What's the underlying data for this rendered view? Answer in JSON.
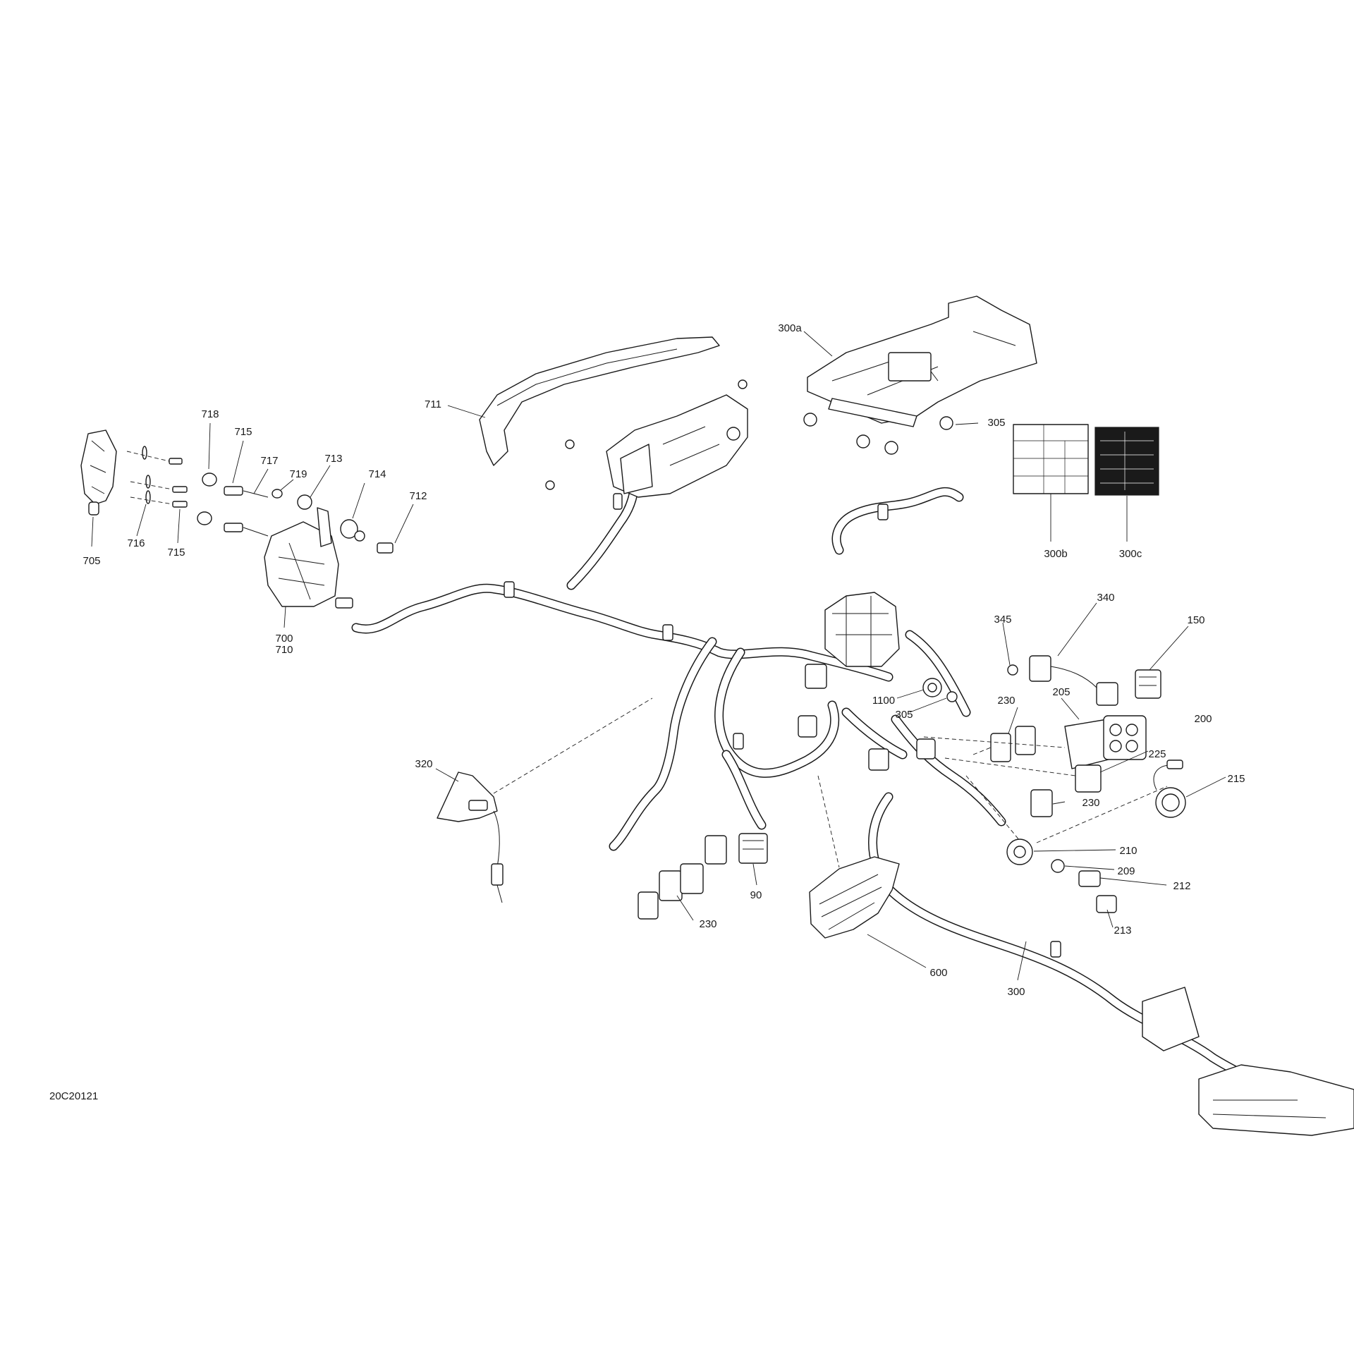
{
  "figure_code": "20C20121",
  "callouts": [
    "718",
    "715",
    "717",
    "719",
    "713",
    "714",
    "712",
    "705",
    "716",
    "715",
    "700",
    "710",
    "711",
    "300a",
    "305",
    "300b",
    "300c",
    "340",
    "345",
    "150",
    "205",
    "200",
    "1100",
    "305",
    "230",
    "225",
    "215",
    "320",
    "230",
    "210",
    "209",
    "212",
    "213",
    "90",
    "230",
    "600",
    "300"
  ]
}
